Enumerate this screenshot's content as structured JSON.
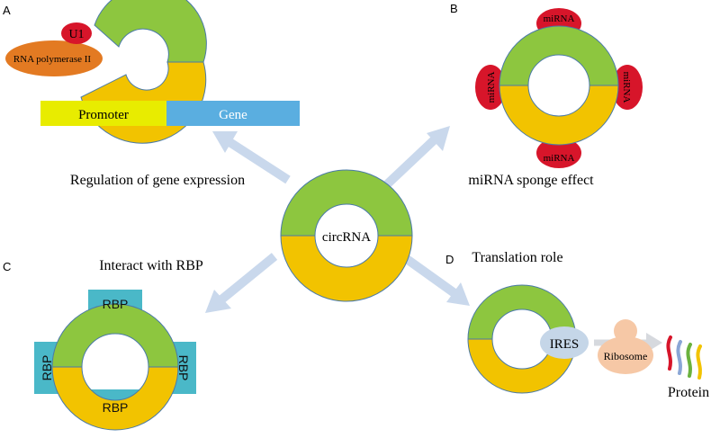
{
  "center": {
    "label": "circRNA"
  },
  "panel_a": {
    "letter": "A",
    "u1": "U1",
    "polymerase": "RNA polymerase  II",
    "promoter": "Promoter",
    "gene": "Gene",
    "caption": "Regulation of gene expression"
  },
  "panel_b": {
    "letter": "B",
    "mirna": "miRNA",
    "caption": "miRNA sponge effect"
  },
  "panel_c": {
    "letter": "C",
    "caption": "Interact with RBP",
    "rbp": "RBP"
  },
  "panel_d": {
    "letter": "D",
    "caption": "Translation role",
    "ires": "IRES",
    "ribosome": "Ribosome",
    "protein": "Protein"
  },
  "colors": {
    "green": "#8dc63f",
    "yellow": "#f2c300",
    "arrow": "#c9d8ec",
    "red": "#d7152a",
    "orange": "#e37a22",
    "promoter": "#e8ec00",
    "gene": "#5aaee0",
    "rbp": "#4ab8c8",
    "ires": "#c5d6e8",
    "ribosome": "#f6c8a6"
  }
}
